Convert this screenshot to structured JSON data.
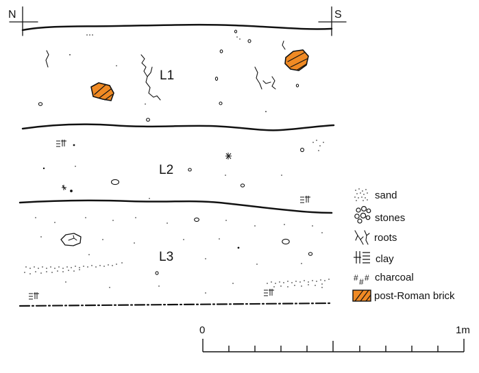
{
  "directions": {
    "north": "N",
    "south": "S"
  },
  "layers": [
    {
      "id": "layer-1",
      "label": "L1"
    },
    {
      "id": "layer-2",
      "label": "L2"
    },
    {
      "id": "layer-3",
      "label": "L3"
    }
  ],
  "legend": [
    {
      "key": "sand",
      "label": "sand",
      "icon": "sand-dots-icon"
    },
    {
      "key": "stones",
      "label": "stones",
      "icon": "stones-icon"
    },
    {
      "key": "roots",
      "label": "roots",
      "icon": "roots-icon"
    },
    {
      "key": "clay",
      "label": "clay",
      "icon": "clay-hatch-icon"
    },
    {
      "key": "charcoal",
      "label": "charcoal",
      "icon": "charcoal-hash-icon"
    },
    {
      "key": "brick",
      "label": "post-Roman brick",
      "icon": "brick-swatch-icon"
    }
  ],
  "scale": {
    "start_label": "0",
    "end_label": "1m"
  },
  "colors": {
    "ink": "#111111",
    "brick_fill": "#f08a24"
  }
}
